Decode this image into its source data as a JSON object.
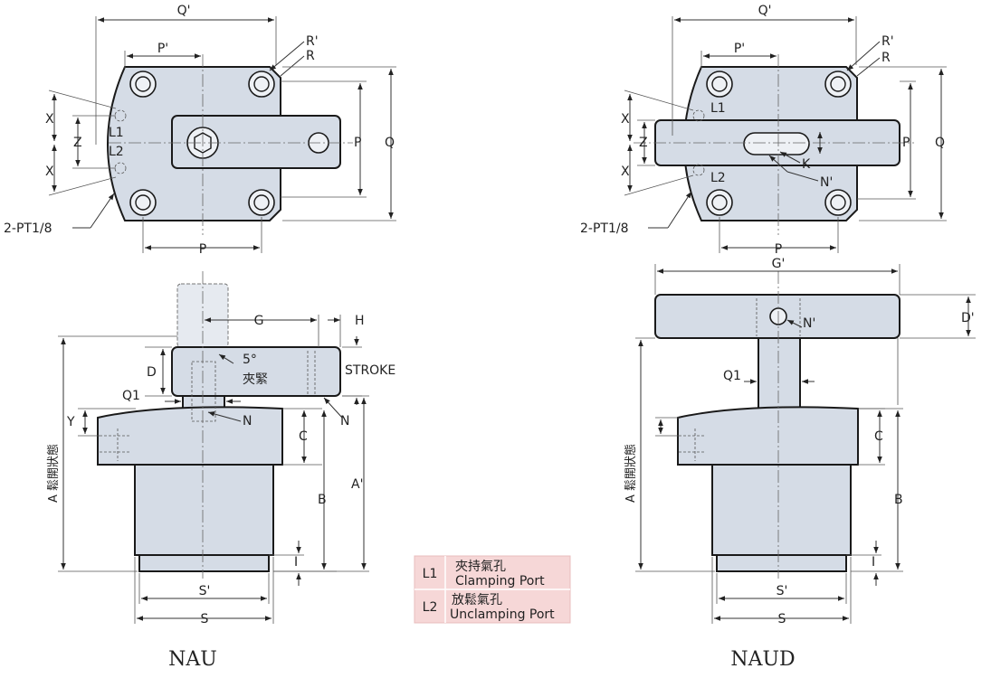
{
  "models": {
    "left": "NAU",
    "right": "NAUD"
  },
  "dims": {
    "q_prime": "Q'",
    "p_prime": "P'",
    "r_prime": "R'",
    "r": "R",
    "x": "X",
    "z": "Z",
    "l1": "L1",
    "l2": "L2",
    "p": "P",
    "q": "Q",
    "port": "2-PT1/8",
    "g": "G",
    "h": "H",
    "d": "D",
    "five_deg": "5°",
    "clamp_zh": "夾緊",
    "stroke": "STROKE",
    "q1": "Q1",
    "n": "N",
    "y": "Y",
    "c": "C",
    "b": "B",
    "a_prime": "A'",
    "a_state": "A 鬆開狀態",
    "i": "I",
    "s_prime": "S'",
    "s": "S",
    "k": "K",
    "n_prime": "N'",
    "g_prime": "G'",
    "d_prime": "D'"
  },
  "legend": {
    "rows": [
      {
        "code": "L1",
        "zh": "夾持氣孔",
        "en": "Clamping Port"
      },
      {
        "code": "L2",
        "zh": "放鬆氣孔",
        "en": "Unclamping Port"
      }
    ]
  },
  "colors": {
    "part_fill": "#d5dce6",
    "legend_fill": "#f6d7d7",
    "outline": "#1a1a1a"
  }
}
